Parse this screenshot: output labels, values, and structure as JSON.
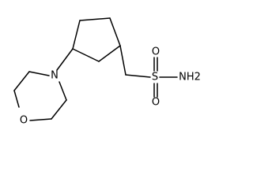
{
  "molecule": {
    "atoms": {
      "morpholine_n": "N",
      "morpholine_o": "O",
      "sulfur": "S",
      "sulfonyl_o_top": "O",
      "sulfonyl_o_bottom": "O",
      "amine": "NH2"
    }
  }
}
